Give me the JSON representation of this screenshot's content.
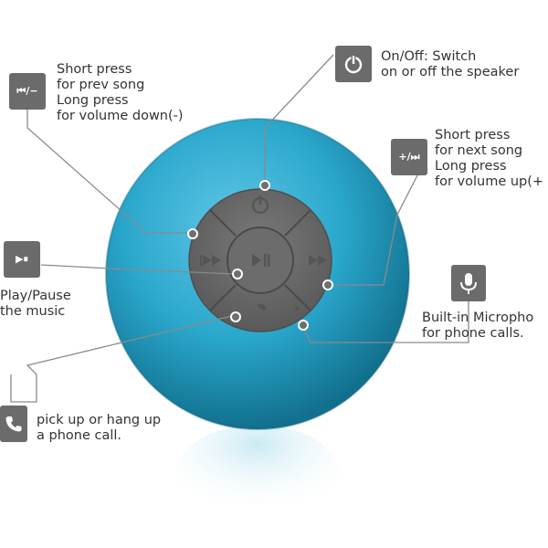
{
  "callouts": {
    "power": {
      "icon": "power-icon",
      "lines": [
        "On/Off: Switch",
        "on or off the speaker"
      ]
    },
    "prev": {
      "icon": "prev-volume-down-icon",
      "glyph": "⏮/−",
      "lines": [
        "Short press",
        "for prev song",
        "Long press",
        "for volume down(-)"
      ]
    },
    "next": {
      "icon": "volume-up-next-icon",
      "glyph": "+/⏭",
      "lines": [
        "Short press",
        "for next song",
        "Long press",
        "for volume up(+"
      ]
    },
    "play": {
      "icon": "play-pause-icon",
      "glyph": "▶⏸",
      "lines": [
        "Play/Pause",
        "the music"
      ]
    },
    "mic": {
      "icon": "microphone-icon",
      "lines": [
        "Built-in Micropho",
        "for phone calls."
      ]
    },
    "phone": {
      "icon": "phone-icon",
      "lines": [
        "pick up or hang up",
        "a phone call."
      ]
    }
  },
  "colors": {
    "speaker_blue": "#2aa7cc",
    "button_gray": "#6e6e6e",
    "icon_box": "#6b6b6b",
    "line": "#8a8a8a"
  }
}
